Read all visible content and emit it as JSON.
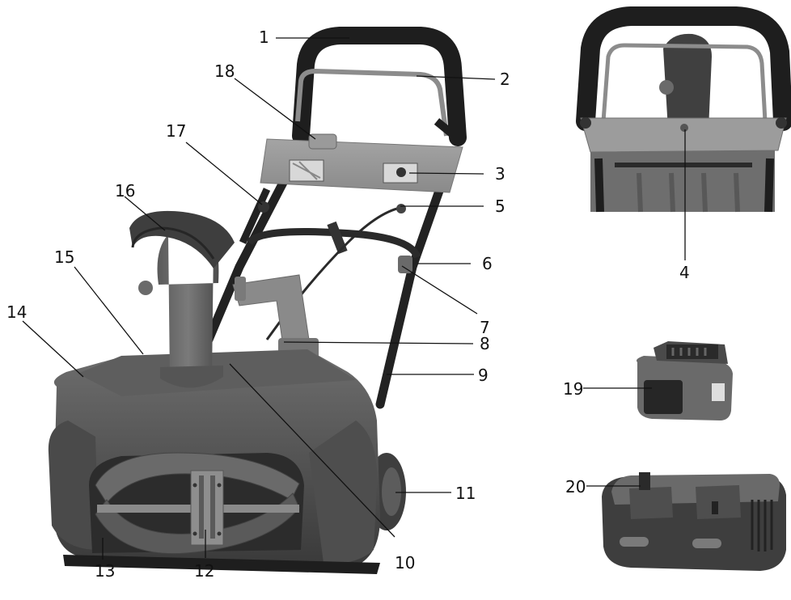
{
  "figure": {
    "callouts": [
      {
        "id": "1",
        "label": "1"
      },
      {
        "id": "2",
        "label": "2"
      },
      {
        "id": "3",
        "label": "3"
      },
      {
        "id": "4",
        "label": "4"
      },
      {
        "id": "5",
        "label": "5"
      },
      {
        "id": "6",
        "label": "6"
      },
      {
        "id": "7",
        "label": "7"
      },
      {
        "id": "8",
        "label": "8"
      },
      {
        "id": "9",
        "label": "9"
      },
      {
        "id": "10",
        "label": "10"
      },
      {
        "id": "11",
        "label": "11"
      },
      {
        "id": "12",
        "label": "12"
      },
      {
        "id": "13",
        "label": "13"
      },
      {
        "id": "14",
        "label": "14"
      },
      {
        "id": "15",
        "label": "15"
      },
      {
        "id": "16",
        "label": "16"
      },
      {
        "id": "17",
        "label": "17"
      },
      {
        "id": "18",
        "label": "18"
      },
      {
        "id": "19",
        "label": "19"
      },
      {
        "id": "20",
        "label": "20"
      }
    ]
  }
}
